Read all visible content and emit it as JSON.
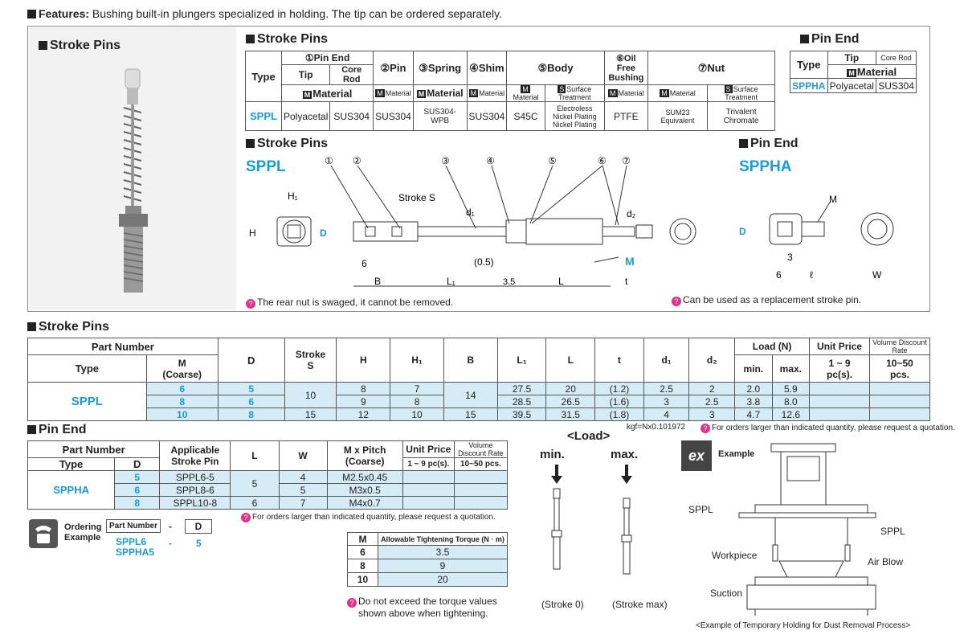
{
  "features": {
    "label": "Features:",
    "text": "Bushing built-in plungers specialized in holding. The tip can be ordered separately."
  },
  "photo_title": "Stroke Pins",
  "mat_table": {
    "title": "Stroke Pins",
    "type_hdr": "Type",
    "pin_end": "①Pin End",
    "tip": "Tip",
    "core_rod": "Core Rod",
    "pin": "②Pin",
    "spring": "③Spring",
    "shim": "④Shim",
    "body": "⑤Body",
    "oil": "⑥Oil Free Bushing",
    "nut": "⑦Nut",
    "material": "Material",
    "surface": "Surface Treatment",
    "row": [
      "SPPL",
      "Polyacetal",
      "SUS304",
      "SUS304",
      "SUS304-WPB",
      "SUS304",
      "S45C",
      "Electroless Nickel Plating Nickel Plating",
      "PTFE",
      "SUM23 Equivalent",
      "Trivalent Chromate"
    ]
  },
  "pinend_table": {
    "title": "Pin End",
    "type_hdr": "Type",
    "tip": "Tip",
    "core_rod": "Core Rod",
    "material": "Material",
    "row": [
      "SPPHA",
      "Polyacetal",
      "SUS304"
    ]
  },
  "drawing": {
    "title": "Stroke Pins",
    "code": "SPPL",
    "nums": [
      "①",
      "②",
      "③",
      "④",
      "⑤",
      "⑥",
      "⑦"
    ],
    "labels": {
      "h1": "H₁",
      "h": "H",
      "d": "D",
      "stroke": "Stroke S",
      "d1": "d₁",
      "d2": "d₂",
      "six": "6",
      "b": "B",
      "l1": "L₁",
      "half": "(0.5)",
      "p35": "3.5",
      "l": "L",
      "t": "t",
      "m": "M"
    },
    "note": "The rear nut is swaged, it cannot be removed."
  },
  "pinend_drawing": {
    "title": "Pin End",
    "code": "SPPHA",
    "labels": {
      "m": "M",
      "d": "D",
      "three": "3",
      "six": "6",
      "ell": "ℓ",
      "w": "W"
    },
    "note": "Can be used as a replacement stroke pin."
  },
  "spec": {
    "title": "Stroke Pins",
    "hdr": {
      "part_number": "Part Number",
      "type": "Type",
      "m": "M",
      "coarse": "(Coarse)",
      "d": "D",
      "stroke": "Stroke",
      "s": "S",
      "h": "H",
      "h1": "H₁",
      "b": "B",
      "l1": "L₁",
      "l": "L",
      "t": "t",
      "d1": "d₁",
      "d2": "d₂",
      "load": "Load (N)",
      "min": "min.",
      "max": "max.",
      "unit_price": "Unit Price",
      "q1": "1 ~ 9",
      "q1b": "pc(s).",
      "vol": "Volume Discount Rate",
      "q2": "10~50",
      "q2b": "pcs."
    },
    "type": "SPPL",
    "rows": [
      {
        "m": "6",
        "d": "5",
        "s": "10",
        "h": "8",
        "h1": "7",
        "b": "14",
        "l1": "27.5",
        "l": "20",
        "t": "(1.2)",
        "d1": "2.5",
        "d2": "2",
        "min": "2.0",
        "max": "5.9"
      },
      {
        "m": "8",
        "d": "6",
        "s": "",
        "h": "9",
        "h1": "8",
        "b": "",
        "l1": "28.5",
        "l": "26.5",
        "t": "(1.6)",
        "d1": "3",
        "d2": "2.5",
        "min": "3.8",
        "max": "8.0"
      },
      {
        "m": "10",
        "d": "8",
        "s": "15",
        "h": "12",
        "h1": "10",
        "b": "15",
        "l1": "39.5",
        "l": "31.5",
        "t": "(1.8)",
        "d1": "4",
        "d2": "3",
        "min": "4.7",
        "max": "12.6"
      }
    ]
  },
  "pinend_spec": {
    "title": "Pin End",
    "hdr": {
      "part_number": "Part Number",
      "type": "Type",
      "d": "D",
      "app": "Applicable",
      "app2": "Stroke Pin",
      "l": "L",
      "w": "W",
      "mp": "M x Pitch",
      "mp2": "(Coarse)",
      "unit": "Unit Price",
      "vol": "Volume Discount Rate",
      "q1": "1 ~ 9 pc(s).",
      "q2": "10~50 pcs."
    },
    "type": "SPPHA",
    "rows": [
      {
        "d": "5",
        "app": "SPPL6-5",
        "l": "5",
        "w": "4",
        "mp": "M2.5x0.45"
      },
      {
        "d": "6",
        "app": "SPPL8-6",
        "l": "",
        "w": "5",
        "mp": "M3x0.5"
      },
      {
        "d": "8",
        "app": "SPPL10-8",
        "l": "6",
        "w": "7",
        "mp": "M4x0.7"
      }
    ],
    "note": "For orders larger than indicated quantity, please request a quotation."
  },
  "ordering": {
    "label1": "Ordering",
    "label2": "Example",
    "pn": "Part Number",
    "dash": "-",
    "d": "D",
    "ex1": "SPPL6",
    "ex2": "SPPHA5",
    "ex3": "5"
  },
  "torque": {
    "m": "M",
    "hdr": "Allowable Tightening Torque (N · m)",
    "rows": [
      [
        "6",
        "3.5"
      ],
      [
        "8",
        "9"
      ],
      [
        "10",
        "20"
      ]
    ],
    "note1": "Do not exceed the torque values",
    "note2": "shown above when tightening."
  },
  "load": {
    "title": "<Load>",
    "kgf": "kgf=Nx0.101972",
    "min": "min.",
    "max": "max.",
    "s0": "(Stroke 0)",
    "smax": "(Stroke max)",
    "quote": "For orders larger than indicated quantity, please request a quotation."
  },
  "example": {
    "ex": "ex",
    "label": "Example",
    "sppl1": "SPPL",
    "sppl2": "SPPL",
    "workpiece": "Workpiece",
    "air": "Air Blow",
    "suction": "Suction",
    "caption": "<Example of Temporary Holding for Dust Removal Process>"
  }
}
